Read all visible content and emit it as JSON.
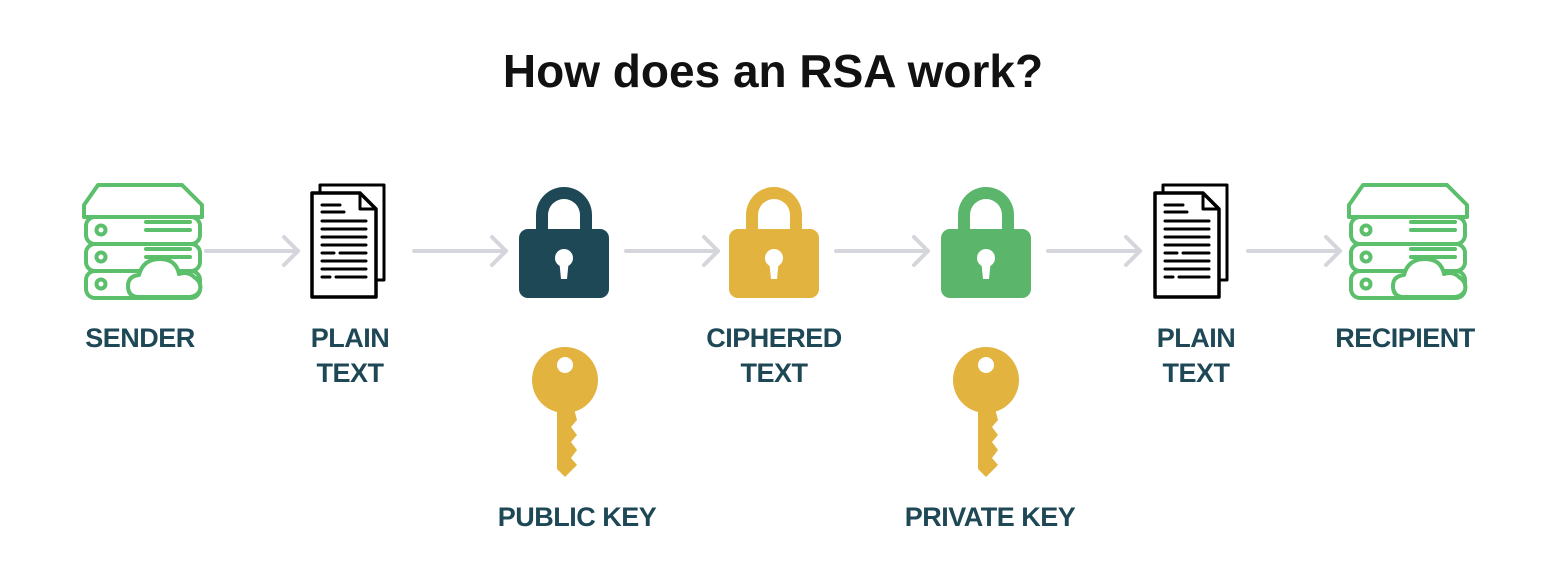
{
  "title": "How does an RSA work?",
  "colors": {
    "server_green": "#5bbf6b",
    "lock_dark": "#1e4856",
    "lock_yellow": "#e2b33e",
    "lock_green": "#5bb56b",
    "key_yellow": "#e2b33e",
    "arrow_grey": "#d5d5dc",
    "label_text": "#1e4856"
  },
  "nodes": {
    "sender": {
      "icon": "server-cloud-icon",
      "line1": "SENDER"
    },
    "plain1": {
      "icon": "document-icon",
      "line1": "PLAIN",
      "line2": "TEXT"
    },
    "public_lock": {
      "icon": "lock-icon"
    },
    "ciphered": {
      "icon": "lock-icon",
      "line1": "CIPHERED",
      "line2": "TEXT"
    },
    "private_lock": {
      "icon": "lock-icon"
    },
    "plain2": {
      "icon": "document-icon",
      "line1": "PLAIN",
      "line2": "TEXT"
    },
    "recipient": {
      "icon": "server-cloud-icon",
      "line1": "RECIPIENT"
    }
  },
  "keys": {
    "public": {
      "icon": "key-icon",
      "label": "PUBLIC KEY"
    },
    "private": {
      "icon": "key-icon",
      "label": "PRIVATE KEY"
    }
  }
}
